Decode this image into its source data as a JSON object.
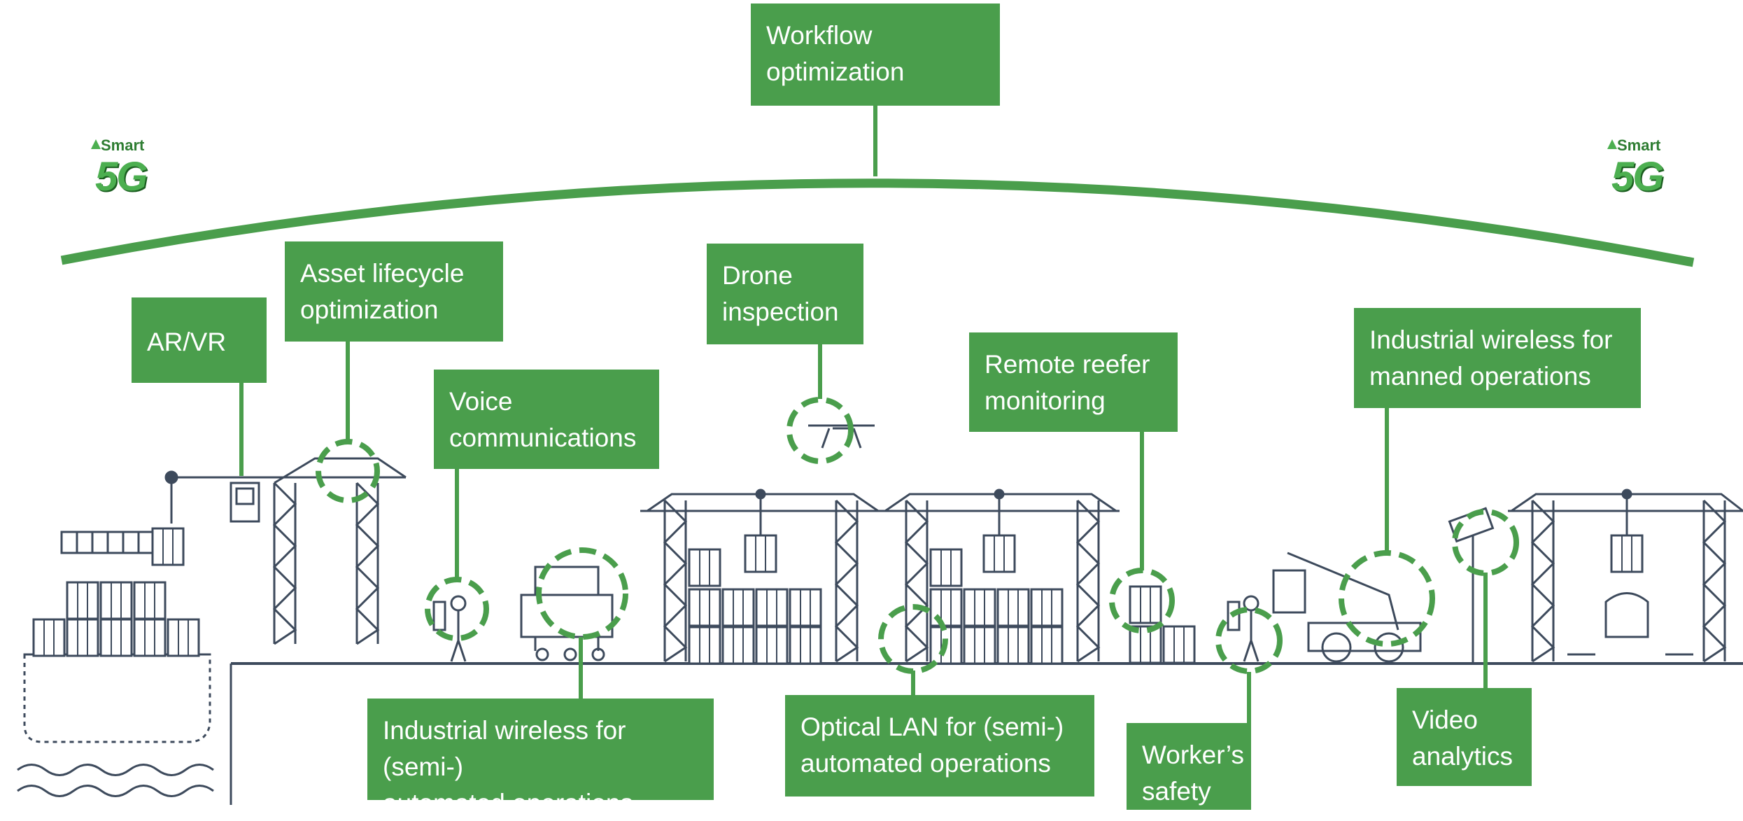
{
  "labels": {
    "workflow": [
      "Workflow",
      "optimization"
    ],
    "asset": [
      "Asset lifecycle",
      "optimization"
    ],
    "arvr": [
      "AR/VR"
    ],
    "drone": [
      "Drone",
      "inspection"
    ],
    "voice": [
      "Voice",
      "communications"
    ],
    "reefer": [
      "Remote reefer",
      "monitoring"
    ],
    "manned": [
      "Industrial wireless for",
      "manned operations"
    ],
    "semi_wireless": [
      "Industrial wireless for (semi-)",
      "automated operations"
    ],
    "optical": [
      "Optical LAN for (semi-)",
      "automated operations"
    ],
    "worker": [
      "Worker’s",
      "safety"
    ],
    "video": [
      "Video",
      "analytics"
    ]
  },
  "logos": {
    "brand": "Smart",
    "mark": "5G"
  },
  "colors": {
    "accent": "#4a9e4c",
    "line": "#3d4a5c",
    "text": "#ffffff"
  }
}
